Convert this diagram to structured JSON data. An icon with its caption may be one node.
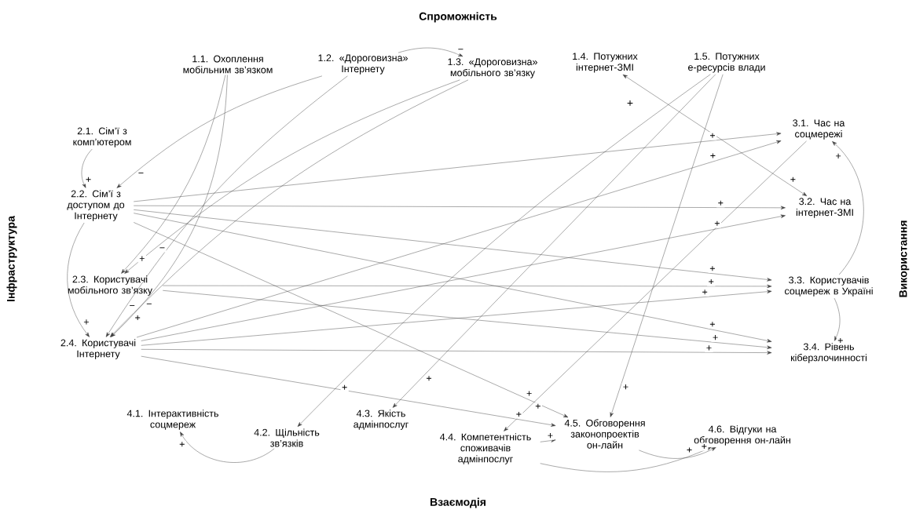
{
  "diagram": {
    "nodes": [
      {
        "text": [
          "1.1. Охоплення мобільним зв’язком"
        ]
      },
      {
        "text": [
          "1.2. «Дороговизна» Інтернету"
        ]
      },
      {
        "text": [
          "1.3. «Дороговизна» мобільного зв’язку"
        ]
      },
      {
        "text": [
          "1.4. Потужних інтернет-ЗМІ"
        ]
      },
      {
        "text": [
          "1.5. Потужних е-ресурсів влади"
        ]
      },
      {
        "text": [
          "2.1. Сім’ї з комп’ютером"
        ]
      },
      {
        "text": [
          "2.2. Сім’ї з доступом до Інтернету"
        ]
      },
      {
        "text": [
          "2.3. Користувачі мобільного зв’язку"
        ]
      },
      {
        "text": [
          "2.4. Користувачі Інтернету"
        ]
      },
      {
        "text": [
          "3.1. Час на соцмережі"
        ]
      },
      {
        "text": [
          "3.2. Час на інтернет-ЗМІ"
        ]
      },
      {
        "text": [
          "3.3. Користувачів соцмереж в Україні"
        ]
      },
      {
        "text": [
          "3.4. Рівень кіберзлочинності"
        ]
      },
      {
        "text": [
          "4.1. Інтерактивність соцмереж"
        ]
      },
      {
        "text": [
          "4.2. Щільність зв’язків"
        ]
      },
      {
        "text": [
          "4.3. Якість адмінпослуг"
        ]
      },
      {
        "text": [
          "4.4. Компетентність споживачів адмінпослуг"
        ]
      },
      {
        "text": [
          "4.5. Обговорення законопроектів он-лайн"
        ]
      },
      {
        "text": [
          "4.6. Відгуки на обговорення он-лайн"
        ]
      }
    ],
    "edges": [
      {
        "from": 1,
        "to": 2,
        "arrow": "to",
        "label": "−"
      },
      {
        "from": 5,
        "to": 6,
        "arrow": "to",
        "label": "+"
      },
      {
        "from": 1,
        "to": 6,
        "arrow": "to",
        "label": "−"
      },
      {
        "from": 0,
        "to": 7,
        "arrow": "to",
        "label": "+"
      },
      {
        "from": 2,
        "to": 7,
        "arrow": "to",
        "label": "−"
      },
      {
        "from": 6,
        "to": 8,
        "arrow": "to",
        "label": "+"
      },
      {
        "from": 0,
        "to": 8,
        "arrow": "to",
        "label": "+"
      },
      {
        "from": 1,
        "to": 8,
        "arrow": "to",
        "label": "−"
      },
      {
        "from": 2,
        "to": 8,
        "arrow": "to",
        "label": "−"
      },
      {
        "from": 6,
        "to": 9,
        "arrow": "to",
        "label": "+"
      },
      {
        "from": 6,
        "to": 10,
        "arrow": "to",
        "label": "+"
      },
      {
        "from": 6,
        "to": 11,
        "arrow": "to",
        "label": "+"
      },
      {
        "from": 6,
        "to": 12,
        "arrow": "to",
        "label": "+"
      },
      {
        "from": 6,
        "to": 17,
        "arrow": "to",
        "label": "+"
      },
      {
        "from": 7,
        "to": 11,
        "arrow": "to",
        "label": "+"
      },
      {
        "from": 7,
        "to": 12,
        "arrow": "to",
        "label": "+"
      },
      {
        "from": 8,
        "to": 9,
        "arrow": "to",
        "label": "+"
      },
      {
        "from": 8,
        "to": 10,
        "arrow": "to",
        "label": "+"
      },
      {
        "from": 8,
        "to": 11,
        "arrow": "to",
        "label": "+"
      },
      {
        "from": 8,
        "to": 12,
        "arrow": "to",
        "label": "+"
      },
      {
        "from": 8,
        "to": 17,
        "arrow": "to",
        "label": "+"
      },
      {
        "from": 3,
        "to": 10,
        "arrow": "both",
        "label": "+"
      },
      {
        "from": 4,
        "to": 14,
        "arrow": "to",
        "label": "+"
      },
      {
        "from": 4,
        "to": 15,
        "arrow": "to",
        "label": "+"
      },
      {
        "from": 4,
        "to": 17,
        "arrow": "to",
        "label": "+"
      },
      {
        "from": 9,
        "to": 16,
        "arrow": "to",
        "label": "+"
      },
      {
        "from": 11,
        "to": 9,
        "arrow": "to",
        "label": "+"
      },
      {
        "from": 11,
        "to": 12,
        "arrow": "to",
        "label": "+"
      },
      {
        "from": 14,
        "to": 13,
        "arrow": "to",
        "label": "+"
      },
      {
        "from": 16,
        "to": 17,
        "arrow": "to",
        "label": "+"
      },
      {
        "from": 16,
        "to": 18,
        "arrow": "to",
        "label": "+"
      },
      {
        "from": 17,
        "to": 18,
        "arrow": "to",
        "label": "+"
      }
    ],
    "labels": [
      "Спроможність",
      "Інфраструктура",
      "Використання",
      "+",
      "Взаємодія"
    ]
  }
}
